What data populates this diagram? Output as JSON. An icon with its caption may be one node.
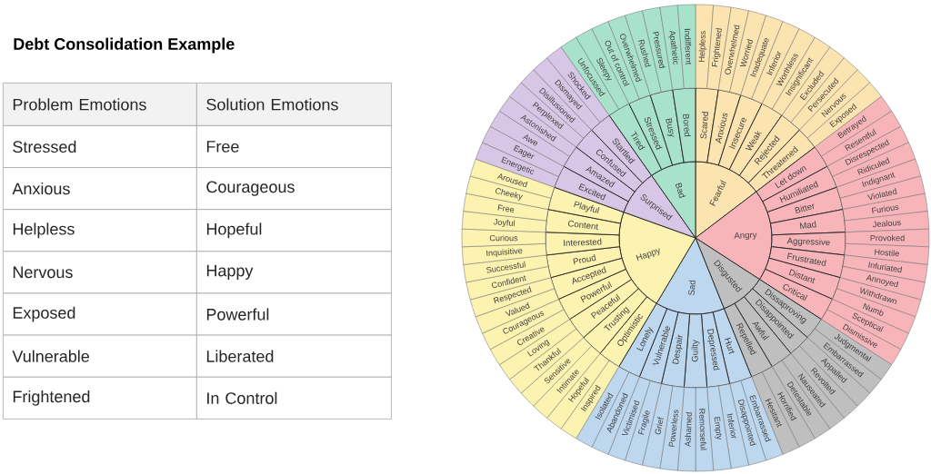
{
  "diagram": {
    "title": "Debt Consolidation Example",
    "nodes": [
      {
        "text": [
          "Fearful"
        ]
      },
      {
        "text": [
          "Angry"
        ]
      },
      {
        "text": [
          "Disgusted"
        ]
      },
      {
        "text": [
          "Sad"
        ]
      },
      {
        "text": [
          "Happy"
        ]
      },
      {
        "text": [
          "Surprised"
        ]
      },
      {
        "text": [
          "Bad"
        ]
      },
      {
        "text": [
          "Scared"
        ]
      },
      {
        "text": [
          "Anxious"
        ]
      },
      {
        "text": [
          "Insecure"
        ]
      },
      {
        "text": [
          "Weak"
        ]
      },
      {
        "text": [
          "Rejected"
        ]
      },
      {
        "text": [
          "Threatened"
        ]
      },
      {
        "text": [
          "Let down"
        ]
      },
      {
        "text": [
          "Humiliated"
        ]
      },
      {
        "text": [
          "Bitter"
        ]
      },
      {
        "text": [
          "Mad"
        ]
      },
      {
        "text": [
          "Aggressive"
        ]
      },
      {
        "text": [
          "Frustrated"
        ]
      },
      {
        "text": [
          "Distant"
        ]
      },
      {
        "text": [
          "Critical"
        ]
      },
      {
        "text": [
          "Dissaproving"
        ]
      },
      {
        "text": [
          "Disappointed"
        ]
      },
      {
        "text": [
          "Awful"
        ]
      },
      {
        "text": [
          "Repelled"
        ]
      },
      {
        "text": [
          "Hurt"
        ]
      },
      {
        "text": [
          "Depressed"
        ]
      },
      {
        "text": [
          "Guilty"
        ]
      },
      {
        "text": [
          "Despair"
        ]
      },
      {
        "text": [
          "Vulnerable"
        ]
      },
      {
        "text": [
          "Lonely"
        ]
      },
      {
        "text": [
          "Optimistic"
        ]
      },
      {
        "text": [
          "Trusting"
        ]
      },
      {
        "text": [
          "Peaceful"
        ]
      },
      {
        "text": [
          "Powerful"
        ]
      },
      {
        "text": [
          "Accepted"
        ]
      },
      {
        "text": [
          "Proud"
        ]
      },
      {
        "text": [
          "Interested"
        ]
      },
      {
        "text": [
          "Content"
        ]
      },
      {
        "text": [
          "Playful"
        ]
      },
      {
        "text": [
          "Excited"
        ]
      },
      {
        "text": [
          "Amazed"
        ]
      },
      {
        "text": [
          "Confused"
        ]
      },
      {
        "text": [
          "Startled"
        ]
      },
      {
        "text": [
          "Tired"
        ]
      },
      {
        "text": [
          "Stressed"
        ]
      },
      {
        "text": [
          "Busy"
        ]
      },
      {
        "text": [
          "Bored"
        ]
      },
      {
        "text": [
          "Helpless"
        ]
      },
      {
        "text": [
          "Frightened"
        ]
      },
      {
        "text": [
          "Overwhelmed"
        ]
      },
      {
        "text": [
          "Worried"
        ]
      },
      {
        "text": [
          "Inadequate"
        ]
      },
      {
        "text": [
          "Inferior"
        ]
      },
      {
        "text": [
          "Worthless"
        ]
      },
      {
        "text": [
          "Insignificant"
        ]
      },
      {
        "text": [
          "Excluded"
        ]
      },
      {
        "text": [
          "Persecuted"
        ]
      },
      {
        "text": [
          "Nervous"
        ]
      },
      {
        "text": [
          "Exposed"
        ]
      },
      {
        "text": [
          "Betrayed"
        ]
      },
      {
        "text": [
          "Resentful"
        ]
      },
      {
        "text": [
          "Disrespected"
        ]
      },
      {
        "text": [
          "Ridiculed"
        ]
      },
      {
        "text": [
          "Indignant"
        ]
      },
      {
        "text": [
          "Violated"
        ]
      },
      {
        "text": [
          "Furious"
        ]
      },
      {
        "text": [
          "Jealous"
        ]
      },
      {
        "text": [
          "Provoked"
        ]
      },
      {
        "text": [
          "Hostile"
        ]
      },
      {
        "text": [
          "Infuriated"
        ]
      },
      {
        "text": [
          "Annoyed"
        ]
      },
      {
        "text": [
          "Withdrawn"
        ]
      },
      {
        "text": [
          "Numb"
        ]
      },
      {
        "text": [
          "Sceptical"
        ]
      },
      {
        "text": [
          "Dismissive"
        ]
      },
      {
        "text": [
          "Judgmental"
        ]
      },
      {
        "text": [
          "Embarrassed"
        ]
      },
      {
        "text": [
          "Appalled"
        ]
      },
      {
        "text": [
          "Revolted"
        ]
      },
      {
        "text": [
          "Nauseated"
        ]
      },
      {
        "text": [
          "Detestable"
        ]
      },
      {
        "text": [
          "Horrified"
        ]
      },
      {
        "text": [
          "Hesitant"
        ]
      },
      {
        "text": [
          "Embarrassed"
        ]
      },
      {
        "text": [
          "Disappointed"
        ]
      },
      {
        "text": [
          "Inferior"
        ]
      },
      {
        "text": [
          "Empty"
        ]
      },
      {
        "text": [
          "Remorseful"
        ]
      },
      {
        "text": [
          "Ashamed"
        ]
      },
      {
        "text": [
          "Powerless"
        ]
      },
      {
        "text": [
          "Grief"
        ]
      },
      {
        "text": [
          "Fragile"
        ]
      },
      {
        "text": [
          "Victimised"
        ]
      },
      {
        "text": [
          "Abandoned"
        ]
      },
      {
        "text": [
          "Isolated"
        ]
      },
      {
        "text": [
          "Inspired"
        ]
      },
      {
        "text": [
          "Hopeful"
        ]
      },
      {
        "text": [
          "Intimate"
        ]
      },
      {
        "text": [
          "Sensitive"
        ]
      },
      {
        "text": [
          "Thankful"
        ]
      },
      {
        "text": [
          "Loving"
        ]
      },
      {
        "text": [
          "Creative"
        ]
      },
      {
        "text": [
          "Courageous"
        ]
      },
      {
        "text": [
          "Valued"
        ]
      },
      {
        "text": [
          "Respected"
        ]
      },
      {
        "text": [
          "Confident"
        ]
      },
      {
        "text": [
          "Successful"
        ]
      },
      {
        "text": [
          "Inquisitive"
        ]
      },
      {
        "text": [
          "Curious"
        ]
      },
      {
        "text": [
          "Joyful"
        ]
      },
      {
        "text": [
          "Free"
        ]
      },
      {
        "text": [
          "Cheeky"
        ]
      },
      {
        "text": [
          "Aroused"
        ]
      },
      {
        "text": [
          "Energetic"
        ]
      },
      {
        "text": [
          "Eager"
        ]
      },
      {
        "text": [
          "Awe"
        ]
      },
      {
        "text": [
          "Astonished"
        ]
      },
      {
        "text": [
          "Perplexed"
        ]
      },
      {
        "text": [
          "Disillusioned"
        ]
      },
      {
        "text": [
          "Dismayed"
        ]
      },
      {
        "text": [
          "Shocked"
        ]
      },
      {
        "text": [
          "Unfocussed"
        ]
      },
      {
        "text": [
          "Sleepy"
        ]
      },
      {
        "text": [
          "Out of control"
        ]
      },
      {
        "text": [
          "Overwhelmed"
        ]
      },
      {
        "text": [
          "Rushed"
        ]
      },
      {
        "text": [
          "Pressured"
        ]
      },
      {
        "text": [
          "Apathetic"
        ]
      },
      {
        "text": [
          "Indifferent"
        ]
      }
    ],
    "labels": [
      "Problem Emotions",
      "Solution Emotions",
      "Stressed",
      "Free",
      "Anxious",
      "Courageous",
      "Helpless",
      "Hopeful",
      "Nervous",
      "Happy",
      "Exposed",
      "Powerful",
      "Vulnerable",
      "Liberated",
      "Frightened",
      "In Control"
    ]
  }
}
